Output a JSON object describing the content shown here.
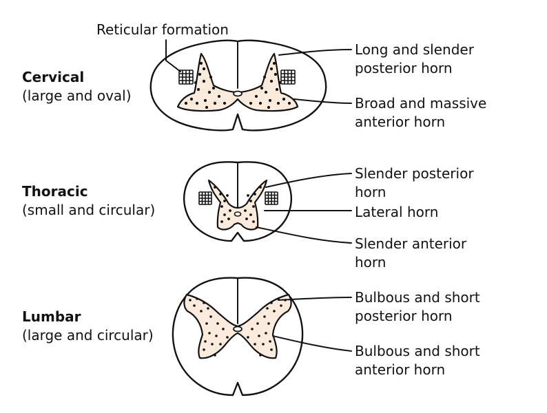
{
  "colors": {
    "gray_matter": "#fbebdc",
    "outline": "#111111",
    "background": "#ffffff"
  },
  "labels": {
    "reticular_formation": "Reticular formation",
    "cervical": {
      "name": "Cervical",
      "desc": "(large and oval)"
    },
    "thoracic": {
      "name": "Thoracic",
      "desc": "(small and circular)"
    },
    "lumbar": {
      "name": "Lumbar",
      "desc": "(large and circular)"
    },
    "cervical_posterior": [
      "Long and slender",
      "posterior horn"
    ],
    "cervical_anterior": [
      "Broad and massive",
      "anterior horn"
    ],
    "thoracic_posterior": [
      "Slender posterior",
      "horn"
    ],
    "thoracic_lateral": [
      "Lateral horn"
    ],
    "thoracic_anterior": [
      "Slender anterior",
      "horn"
    ],
    "lumbar_posterior": [
      "Bulbous and short",
      "posterior horn"
    ],
    "lumbar_anterior": [
      "Bulbous and short",
      "anterior horn"
    ]
  }
}
